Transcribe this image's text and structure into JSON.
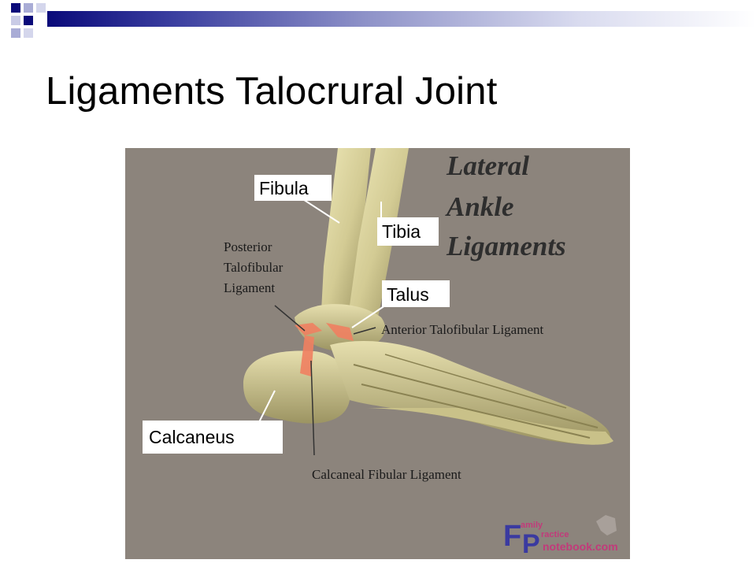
{
  "slide": {
    "title": "Ligaments Talocrural Joint"
  },
  "figure": {
    "heading_lines": [
      "Lateral",
      "Ankle",
      "Ligaments"
    ],
    "labels": {
      "fibula": "Fibula",
      "tibia": "Tibia",
      "talus": "Talus",
      "calcaneus": "Calcaneus",
      "posterior_lines": [
        "Posterior",
        "Talofibular",
        "Ligament"
      ],
      "anterior": "Anterior Talofibular Ligament",
      "calcaneal_fibular": "Calcaneal Fibular Ligament"
    },
    "logo": {
      "big_letters": [
        "F",
        "P"
      ],
      "small_lines": [
        "amily",
        "ractice",
        "notebook.com"
      ]
    }
  },
  "colors": {
    "accent_dark": "#0a0a7a",
    "figure_bg": "#8c847c",
    "bone": "#d6cf9a",
    "ligament": "#f08060"
  }
}
